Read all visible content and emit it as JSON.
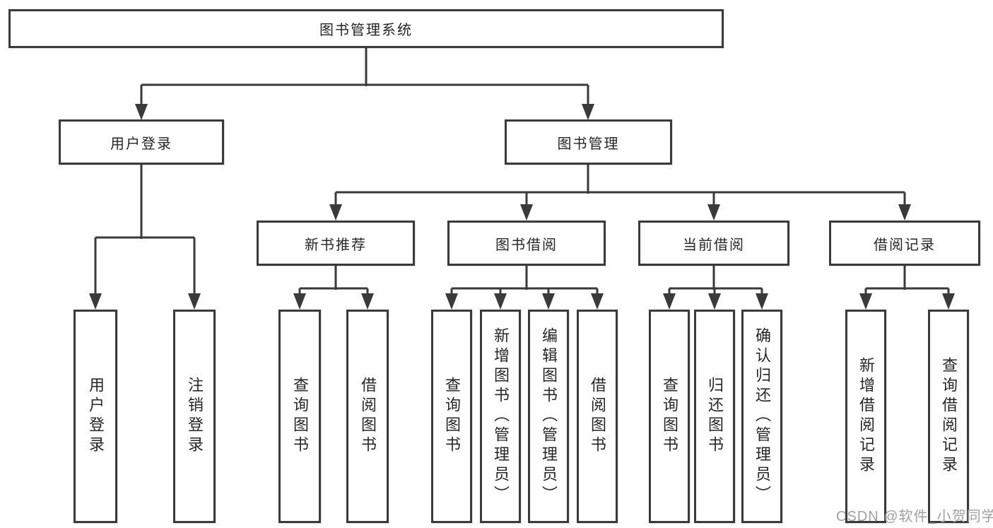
{
  "colors": {
    "line": "#3a3a3a",
    "text": "#262626",
    "watermark": "#a0a0a0",
    "background": "#ffffff"
  },
  "tree": {
    "label": "图书管理系统",
    "children": [
      {
        "label": "用户登录",
        "children": [
          {
            "label": "用户登录"
          },
          {
            "label": "注销登录"
          }
        ]
      },
      {
        "label": "图书管理",
        "children": [
          {
            "label": "新书推荐",
            "children": [
              {
                "label": "查询图书"
              },
              {
                "label": "借阅图书"
              }
            ]
          },
          {
            "label": "图书借阅",
            "children": [
              {
                "label": "查询图书"
              },
              {
                "label": "新增图书（管理员）"
              },
              {
                "label": "编辑图书（管理员）"
              },
              {
                "label": "借阅图书"
              }
            ]
          },
          {
            "label": "当前借阅",
            "children": [
              {
                "label": "查询图书"
              },
              {
                "label": "归还图书"
              },
              {
                "label": "确认归还（管理员）"
              }
            ]
          },
          {
            "label": "借阅记录",
            "children": [
              {
                "label": "新增借阅记录"
              },
              {
                "label": "查询借阅记录"
              }
            ]
          }
        ]
      }
    ]
  },
  "watermark": "CSDN @软件_小贺同学"
}
